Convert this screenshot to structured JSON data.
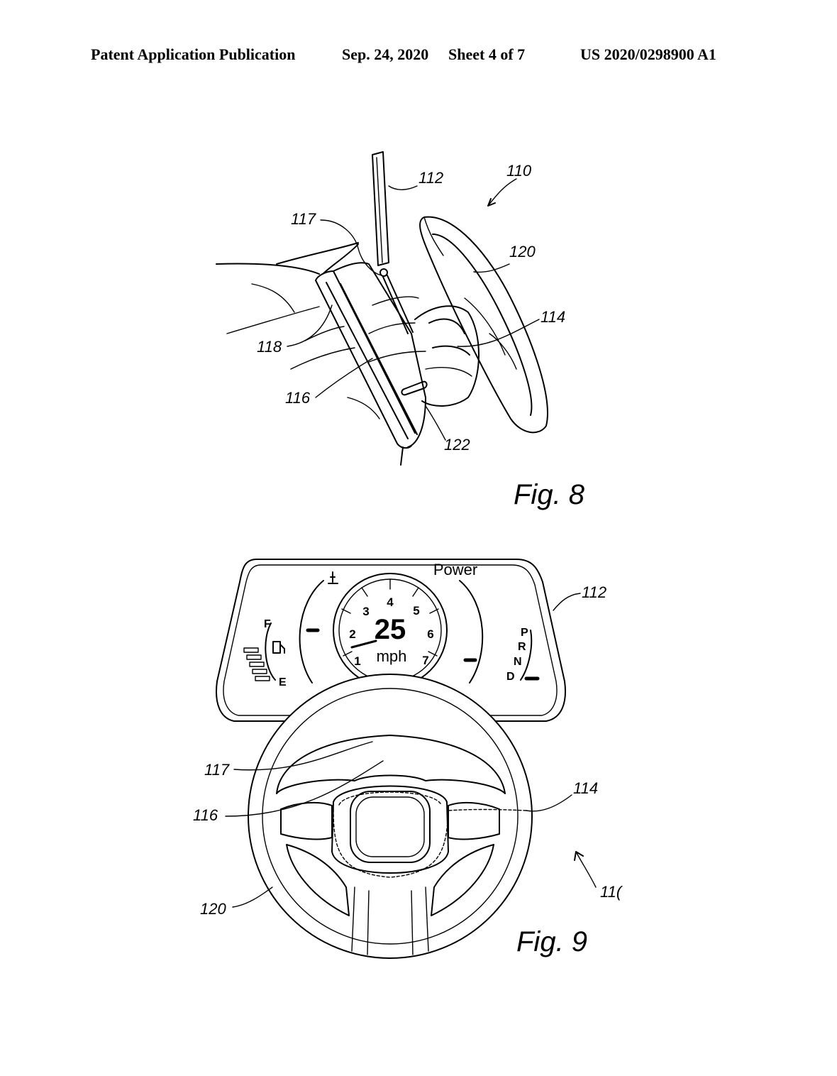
{
  "header": {
    "publication": "Patent Application Publication",
    "date": "Sep. 24, 2020",
    "sheet": "Sheet 4 of 7",
    "number": "US 2020/0298900 A1"
  },
  "figure8": {
    "caption": "Fig. 8",
    "refs": {
      "r110": "110",
      "r112": "112",
      "r117": "117",
      "r120": "120",
      "r114": "114",
      "r118": "118",
      "r116": "116",
      "r122": "122"
    }
  },
  "figure9": {
    "caption": "Fig. 9",
    "gauge": {
      "speed": "25",
      "unit": "mph",
      "power_label": "Power",
      "dial_numbers": [
        "1",
        "2",
        "3",
        "4",
        "5",
        "6",
        "7"
      ],
      "fuel_full": "F",
      "fuel_empty": "E",
      "gears": [
        "P",
        "R",
        "N",
        "D"
      ]
    },
    "refs": {
      "r112": "112",
      "r117": "117",
      "r114": "114",
      "r116": "116",
      "r120": "120",
      "r110": "11("
    }
  }
}
